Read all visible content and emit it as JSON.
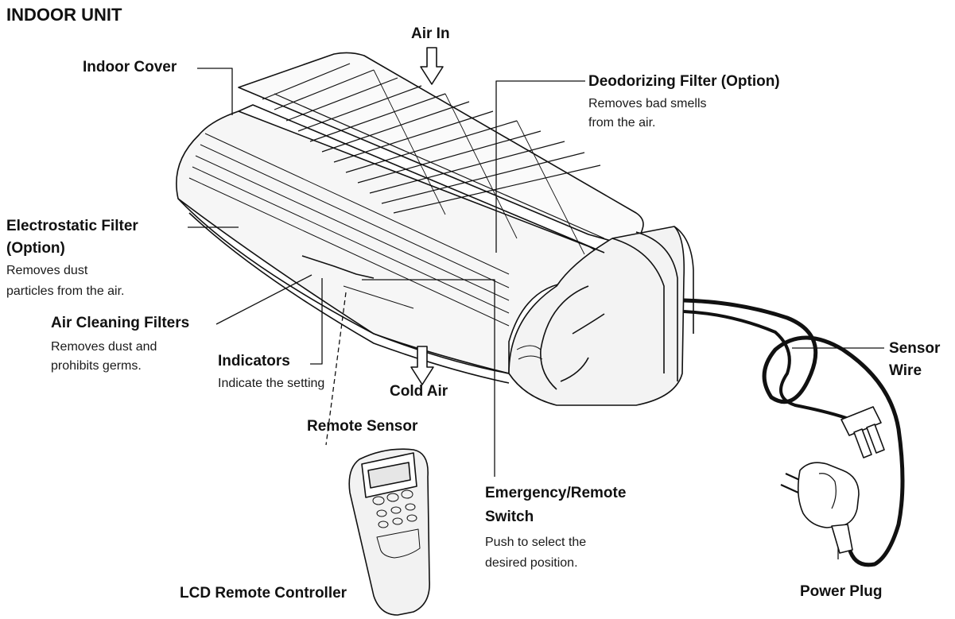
{
  "title": "INDOOR UNIT",
  "labels": {
    "air_in": "Air In",
    "indoor_cover": "Indoor Cover",
    "deodorizing_filter": {
      "heading": "Deodorizing Filter (Option)",
      "line1": "Removes bad smells",
      "line2": "from the air."
    },
    "electrostatic_filter": {
      "heading1": "Electrostatic Filter",
      "heading2": "(Option)",
      "line1": "Removes dust",
      "line2": "particles from the air."
    },
    "air_cleaning_filters": {
      "heading": "Air Cleaning Filters",
      "line1": "Removes dust and",
      "line2": "prohibits germs."
    },
    "indicators": {
      "heading": "Indicators",
      "line1": "Indicate the setting"
    },
    "cold_air": "Cold Air",
    "remote_sensor": "Remote Sensor",
    "emergency_switch": {
      "heading1": "Emergency/Remote",
      "heading2": "Switch",
      "line1": "Push to select the",
      "line2": "desired position."
    },
    "sensor_wire": {
      "line1": "Sensor",
      "line2": "Wire"
    },
    "lcd_remote": "LCD Remote Controller",
    "power_plug": "Power Plug"
  }
}
